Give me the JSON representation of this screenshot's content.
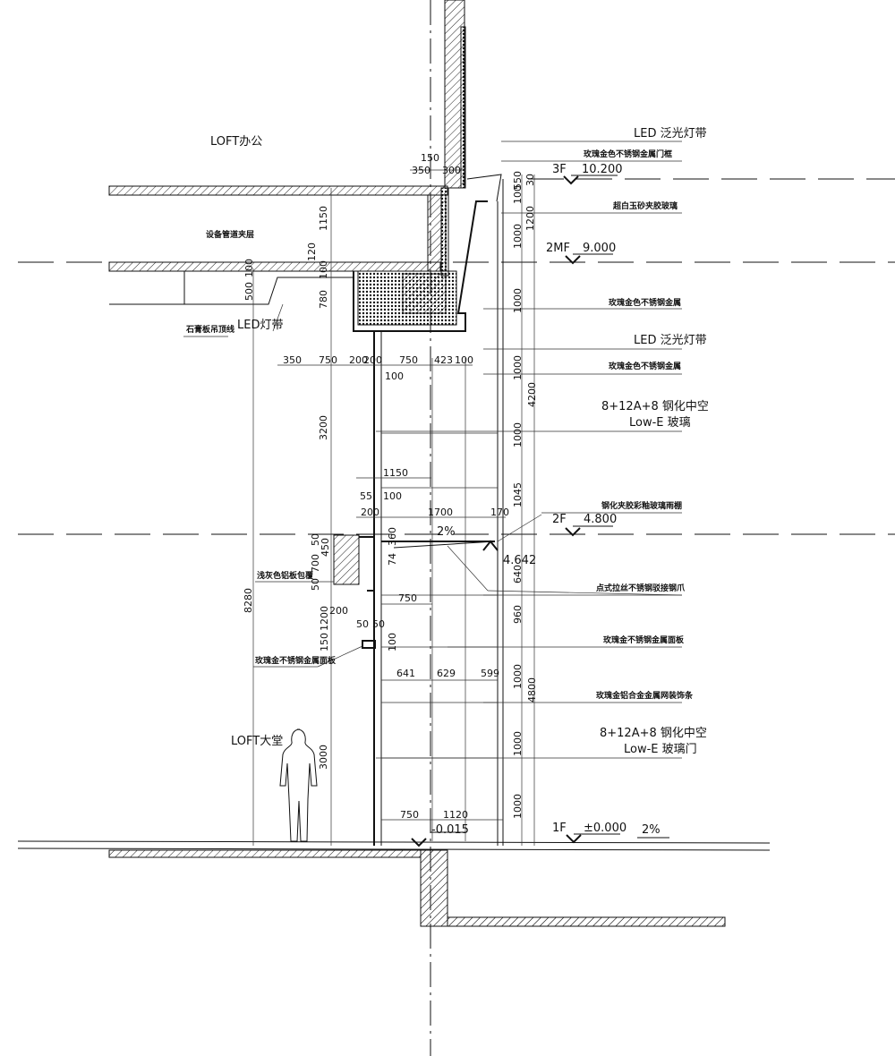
{
  "levels": {
    "f3": {
      "name": "3F",
      "elev": "10.200"
    },
    "f2m": {
      "name": "2MF",
      "elev": "9.000"
    },
    "f2": {
      "name": "2F",
      "elev": "4.800"
    },
    "f1": {
      "name": "1F",
      "elev": "±0.000"
    },
    "canopy_elev": "4.642",
    "inside_elev": "-0.015"
  },
  "rooms": {
    "loft_office": "LOFT办公",
    "equipment_mezz": "设备管道夹层",
    "loft_lobby": "LOFT大堂"
  },
  "callouts_right": [
    "LED 泛光灯带",
    "玫瑰金色不锈钢金属门框",
    "超白玉砂夹胶玻璃",
    "玫瑰金色不锈钢金属",
    "LED 泛光灯带",
    "玫瑰金色不锈钢金属",
    "钢化夹胶彩釉玻璃雨棚",
    "点式拉丝不锈钢驳接钢爪",
    "玫瑰金不锈钢金属面板",
    "玫瑰金铝合金金属网装饰条"
  ],
  "glass_spec_1": {
    "line1": "8+12A+8 钢化中空",
    "line2": "Low-E 玻璃"
  },
  "glass_spec_2": {
    "line1": "8+12A+8 钢化中空",
    "line2": "Low-E 玻璃门"
  },
  "callouts_left": {
    "ceiling": "石膏板吊顶线",
    "led": "LED灯带",
    "column_cladding": "浅灰色铝板包覆",
    "metal_panel": "玫瑰金不锈钢金属面板"
  },
  "slope": "2%",
  "dims": {
    "top": [
      "150",
      "350",
      "300"
    ],
    "ceiling_row": [
      "350",
      "750",
      "200",
      "200",
      "750",
      "423",
      "100"
    ],
    "d100a": "100",
    "left_v": [
      "1150",
      "120",
      "100",
      "500",
      "100",
      "780",
      "3200",
      "8280"
    ],
    "mid": [
      "1150",
      "55",
      "100",
      "200",
      "1700",
      "170"
    ],
    "col_v": [
      "50",
      "450",
      "700",
      "50",
      "1200",
      "150",
      "100",
      "360",
      "74"
    ],
    "col_small": [
      "200",
      "50",
      "50"
    ],
    "door_row": [
      "750",
      "641",
      "629",
      "599"
    ],
    "bottom_row": [
      "750",
      "1120"
    ],
    "lobby_h": "3000",
    "right_v1": [
      "550",
      "100",
      "30",
      "1200",
      "1000",
      "1000",
      "1000",
      "1000",
      "1045",
      "4200"
    ],
    "right_v2": [
      "640",
      "960",
      "1000",
      "1000",
      "1000",
      "4800"
    ]
  }
}
